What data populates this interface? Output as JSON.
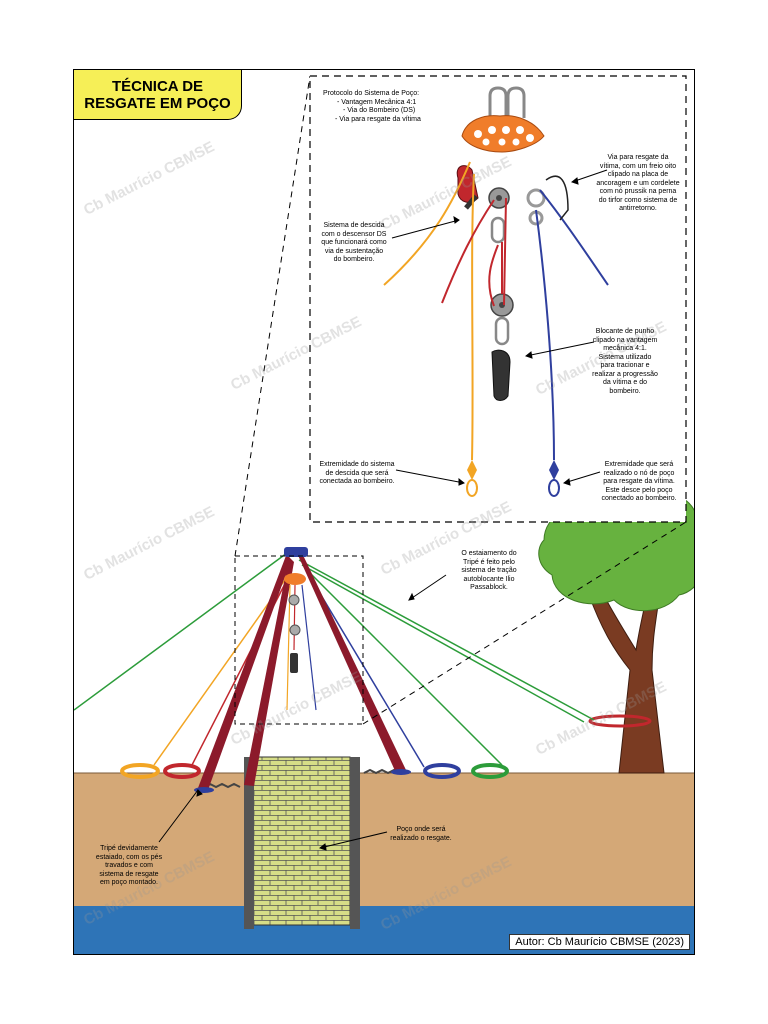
{
  "title": {
    "line1": "TÉCNICA DE",
    "line2": "RESGATE EM POÇO"
  },
  "protocol": {
    "heading": "Protocolo do Sistema de Poço:",
    "items": [
      "- Vantagem Mecânica 4:1",
      "- Via do Bombeiro (DS)",
      "- Via para resgate da vítima"
    ]
  },
  "notes": {
    "descent_system": [
      "Sistema de descida",
      "com o descensor DS",
      "que funcionará como",
      "via de sustentação",
      "do bombeiro."
    ],
    "victim_line": [
      "Via para resgate da",
      "vítima, com um freio oito",
      "clipado na placa de",
      "ancoragem e um cordelete",
      "com nó prussik na perna",
      "do tirfor como sistema de",
      "antirretorno."
    ],
    "handle_block": [
      "Blocante de punho",
      "clipado na vantagem",
      "mecânica 4:1.",
      "Sistema utilizado",
      "para tracionar e",
      "realizar a progressão",
      "da vítima e do",
      "bombeiro."
    ],
    "descent_end": [
      "Extremidade do sistema",
      "de descida que será",
      "conectada ao bombeiro."
    ],
    "victim_end": [
      "Extremidade que será",
      "realizado o nó de poço",
      "para resgate da vítima.",
      "Este desce pelo poço",
      "conectado ao bombeiro."
    ],
    "tripod_anchor": [
      "O estaiamento do",
      "Tripé é feito pelo",
      "sistema de tração",
      "autoblocante Ilio",
      "Passablock."
    ],
    "tripod": [
      "Tripé devidamente",
      "estaiado, com os pés",
      "travados e com",
      "sistema de resgate",
      "em poço montado."
    ],
    "well": [
      "Poço onde será",
      "realizado o resgate."
    ]
  },
  "watermark": "Cb Maurício CBMSE",
  "author": "Autor: Cb Maurício CBMSE (2023)",
  "colors": {
    "title_bg": "#f6ef57",
    "ground": "#d4a877",
    "water": "#2e74b7",
    "tripod": "#8c1a2b",
    "brick": "#d6dd87",
    "tree_trunk": "#7a3b22",
    "tree_leaves": "#67b23f",
    "rope_orange": "#f2a524",
    "rope_red": "#c1272d",
    "rope_blue": "#2f3f9e",
    "rope_green": "#2c9c3a",
    "plate": "#f07d2a"
  }
}
